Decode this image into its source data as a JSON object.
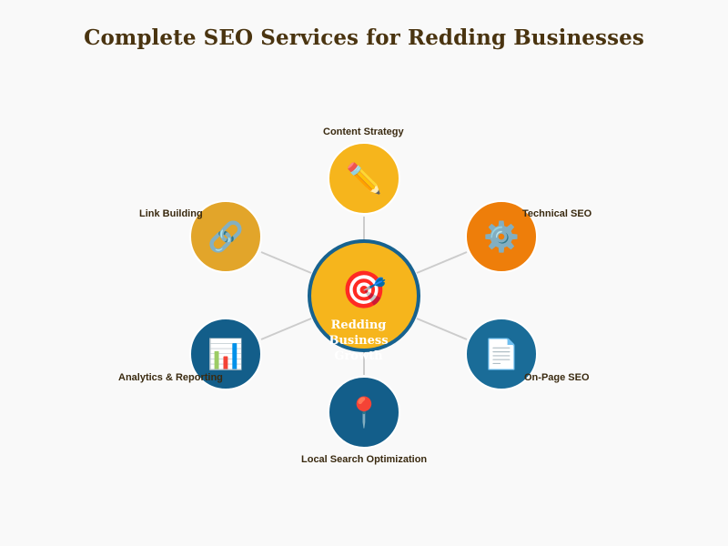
{
  "title": "Complete SEO Services for Redding Businesses",
  "colors": {
    "gold": "#f6b51c",
    "amber": "#e2a52a",
    "orange": "#ee7e0a",
    "navy": "#135e8a",
    "steel": "#1a6c98",
    "ring": "#17628f",
    "connector": "#cccccc"
  },
  "center": {
    "icon": "target-icon",
    "glyph": "🎯",
    "label_line1": "Redding Business",
    "label_line2": "Growth"
  },
  "services": [
    {
      "id": "content-strategy",
      "label": "Content Strategy",
      "icon": "pencil-icon",
      "glyph": "✏️"
    },
    {
      "id": "technical-seo",
      "label": "Technical SEO",
      "icon": "gear-icon",
      "glyph": "⚙️"
    },
    {
      "id": "on-page-seo",
      "label": "On-Page SEO",
      "icon": "document-icon",
      "glyph": "📄"
    },
    {
      "id": "local-search-optimization",
      "label": "Local Search Optimization",
      "icon": "map-pin-icon",
      "glyph": "📍"
    },
    {
      "id": "analytics-reporting",
      "label": "Analytics & Reporting",
      "icon": "bar-chart-icon",
      "glyph": "📊"
    },
    {
      "id": "link-building",
      "label": "Link Building",
      "icon": "link-icon",
      "glyph": "🔗"
    }
  ]
}
